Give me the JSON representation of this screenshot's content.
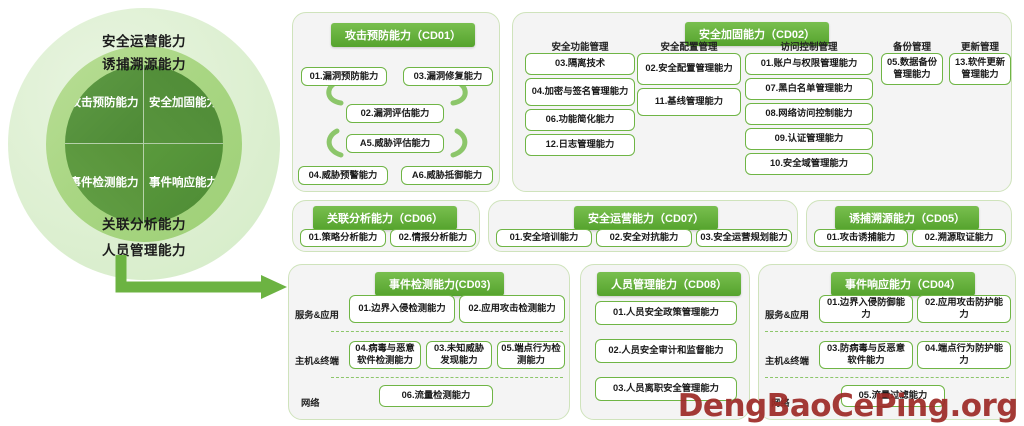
{
  "watermark": "DengBaoCePing.org",
  "circle": {
    "outer_labels": [
      "安全运营能力",
      "诱捕溯源能力",
      "关联分析能力",
      "人员管理能力"
    ],
    "quadrants": [
      {
        "id": "top-left",
        "label": "攻击预防能力"
      },
      {
        "id": "top-right",
        "label": "安全加固能力"
      },
      {
        "id": "bottom-left",
        "label": "事件检测能力"
      },
      {
        "id": "bottom-right",
        "label": "事件响应能力"
      }
    ],
    "arrow": "elbow-arrow-to-cd03"
  },
  "panels": {
    "cd01": {
      "title": "攻击预防能力（CD01）",
      "items": [
        {
          "key": "a",
          "label": "01.漏洞预防能力"
        },
        {
          "key": "b",
          "label": "03.漏洞修复能力"
        },
        {
          "key": "c",
          "label": "02.漏洞评估能力"
        },
        {
          "key": "d",
          "label": "A5.威胁评估能力"
        },
        {
          "key": "e",
          "label": "04.威胁预警能力"
        },
        {
          "key": "f",
          "label": "A6.威胁抵御能力"
        }
      ]
    },
    "cd02": {
      "title": "安全加固能力（CD02）",
      "groups": [
        {
          "heading": "安全功能管理",
          "items": [
            "03.隔离技术",
            "04.加密与签名管理能力",
            "06.功能简化能力",
            "12.日志管理能力"
          ]
        },
        {
          "heading": "安全配置管理",
          "items": [
            "02.安全配置管理能力",
            "11.基线管理能力"
          ]
        },
        {
          "heading": "访问控制管理",
          "items": [
            "01.账户与权限管理能力",
            "07.黑白名单管理能力",
            "08.网络访问控制能力",
            "09.认证管理能力",
            "10.安全域管理能力"
          ]
        },
        {
          "heading": "备份管理",
          "items": [
            "05.数据备份管理能力"
          ]
        },
        {
          "heading": "更新管理",
          "items": [
            "13.软件更新管理能力"
          ]
        }
      ]
    },
    "cd06": {
      "title": "关联分析能力（CD06）",
      "items": [
        "01.策略分析能力",
        "02.情报分析能力"
      ]
    },
    "cd07": {
      "title": "安全运营能力（CD07）",
      "items": [
        "01.安全培训能力",
        "02.安全对抗能力",
        "03.安全运营规划能力"
      ]
    },
    "cd05": {
      "title": "诱捕溯源能力（CD05）",
      "items": [
        "01.攻击诱捕能力",
        "02.溯源取证能力"
      ]
    },
    "cd03": {
      "title": "事件检测能力(CD03)",
      "rows": [
        {
          "heading": "服务&应用",
          "items": [
            "01.边界入侵检测能力",
            "02.应用攻击检测能力"
          ]
        },
        {
          "heading": "主机&终端",
          "items": [
            "04.病毒与恶意软件检测能力",
            "03.未知威胁发现能力",
            "05.端点行为检测能力"
          ]
        },
        {
          "heading": "网络",
          "items": [
            "06.流量检测能力"
          ]
        }
      ]
    },
    "cd08": {
      "title": "人员管理能力（CD08）",
      "items": [
        "01.人员安全政策管理能力",
        "02.人员安全审计和监督能力",
        "03.人员离职安全管理能力"
      ]
    },
    "cd04": {
      "title": "事件响应能力（CD04）",
      "rows": [
        {
          "heading": "服务&应用",
          "items": [
            "01.边界入侵防御能力",
            "02.应用攻击防护能力"
          ]
        },
        {
          "heading": "主机&终端",
          "items": [
            "03.防病毒与反恶意软件能力",
            "04.端点行为防护能力"
          ]
        },
        {
          "heading": "网络",
          "items": [
            "05.流量过滤能力"
          ]
        }
      ]
    }
  },
  "colors": {
    "header_green": "#55a32d",
    "box_border_green": "#6fb545",
    "panel_bg": "#f4f4f4",
    "watermark_red": "#9d2a26"
  }
}
